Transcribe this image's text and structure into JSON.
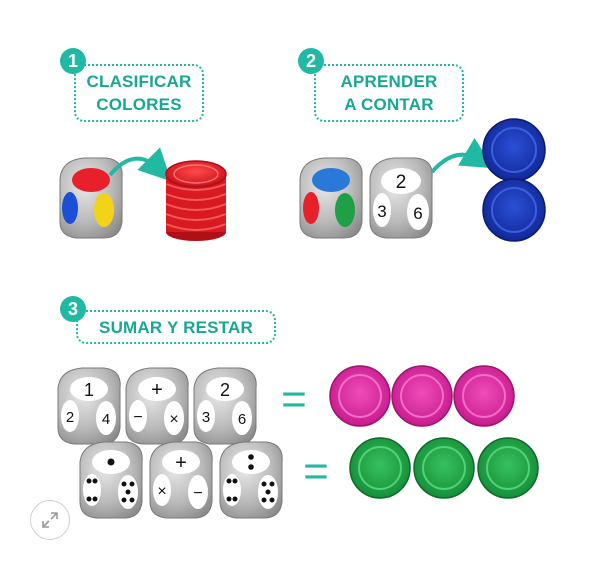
{
  "steps": [
    {
      "number": "1",
      "line1": "CLASIFICAR",
      "line2": "COLORES"
    },
    {
      "number": "2",
      "line1": "APRENDER",
      "line2": "A CONTAR"
    },
    {
      "number": "3",
      "line1": "SUMAR Y RESTAR",
      "line2": ""
    }
  ],
  "dice_faces": {
    "count_die_top": "2",
    "count_die_left": "3",
    "count_die_right": "6",
    "row1_die1_top": "1",
    "row1_die1_left": "2",
    "row1_die1_right": "4",
    "row1_die2_top": "+",
    "row1_die2_left": "−",
    "row1_die2_right": "×",
    "row1_die3_top": "2",
    "row1_die3_left": "3",
    "row1_die3_right": "6",
    "row2_die2_top": "+",
    "row2_die2_left": "×",
    "row2_die2_right": "−"
  },
  "equals": "=",
  "colors": {
    "accent": "#21b8a4",
    "red": "#e8202a",
    "blue": "#1a36b8",
    "pink": "#e0269f",
    "green": "#1fa046"
  },
  "icons": {
    "expand": "expand-icon"
  }
}
